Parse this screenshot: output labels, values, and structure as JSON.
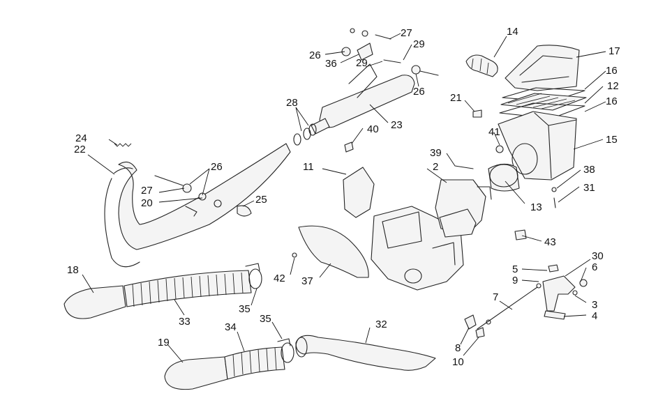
{
  "callouts": [
    "14",
    "17",
    "16",
    "12",
    "16",
    "15",
    "27",
    "29",
    "26",
    "36",
    "29",
    "26",
    "21",
    "41",
    "28",
    "23",
    "40",
    "24",
    "22",
    "26",
    "27",
    "20",
    "25",
    "11",
    "39",
    "2",
    "38",
    "31",
    "13",
    "43",
    "18",
    "42",
    "37",
    "35",
    "33",
    "30",
    "5",
    "6",
    "9",
    "3",
    "4",
    "7",
    "34",
    "35",
    "32",
    "19",
    "8",
    "10"
  ]
}
